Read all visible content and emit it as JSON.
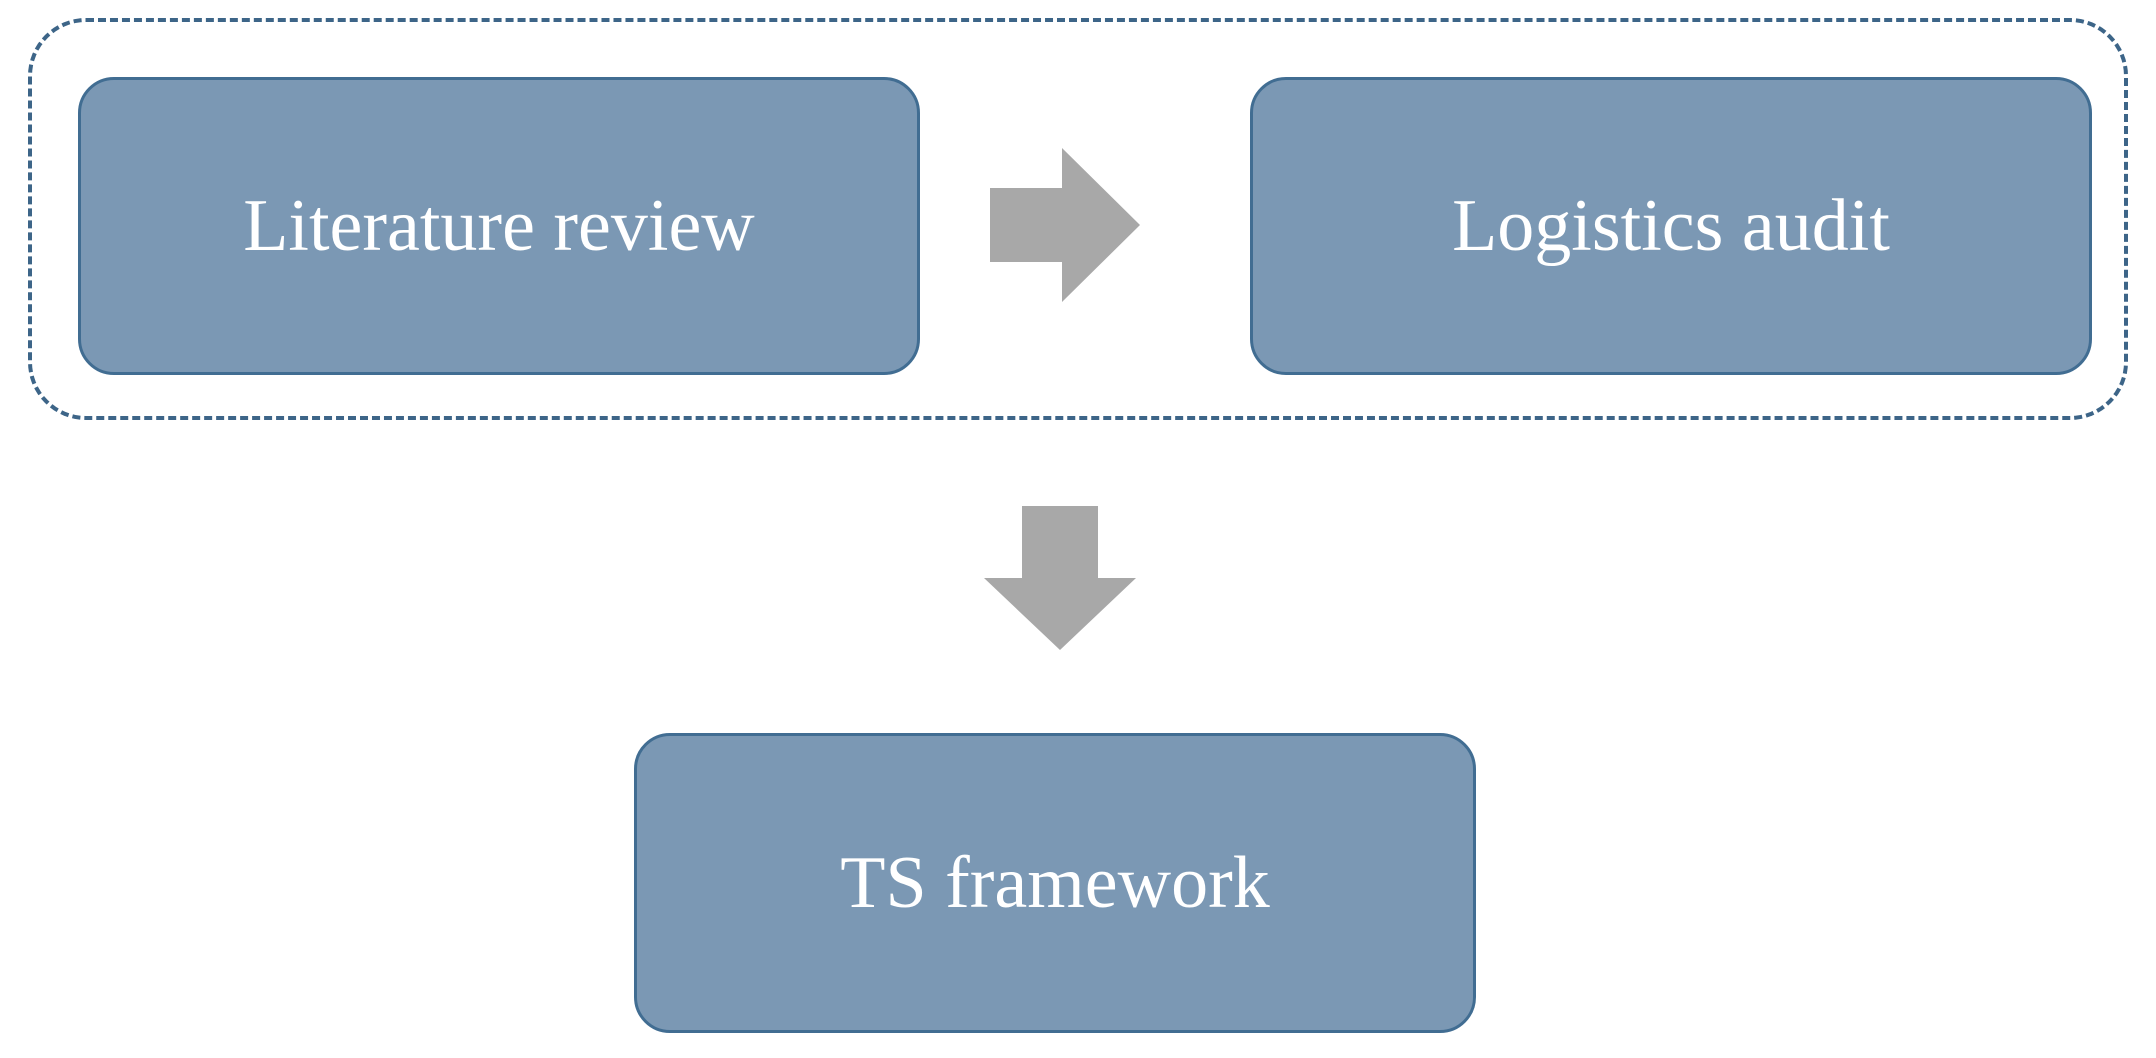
{
  "diagram": {
    "nodes": {
      "literature_review": "Literature review",
      "logistics_audit": "Logistics audit",
      "ts_framework": "TS framework"
    },
    "edges": [
      {
        "from": "literature_review",
        "to": "logistics_audit"
      },
      {
        "from": "group",
        "to": "ts_framework"
      }
    ],
    "colors": {
      "box_fill": "#7b98b4",
      "box_border": "#416d92",
      "group_border": "#3d6588",
      "arrow_fill": "#a8a8a8",
      "text": "#ffffff"
    }
  }
}
